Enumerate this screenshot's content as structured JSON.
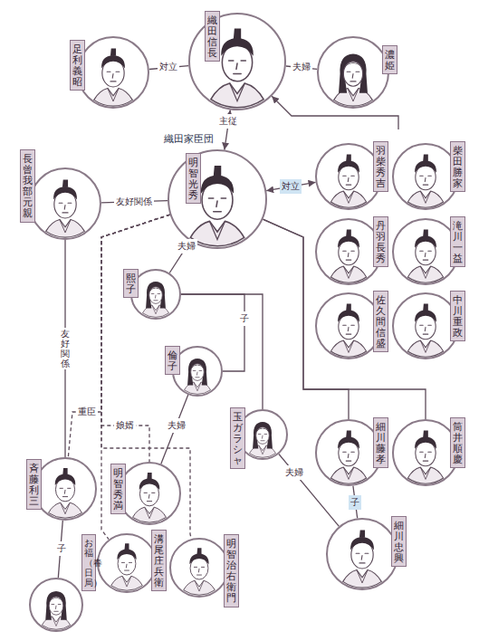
{
  "diagram": {
    "nodes": [
      {
        "text": [
          "足利義昭"
        ]
      },
      {
        "text": [
          "織田信長"
        ]
      },
      {
        "text": [
          "濃姫"
        ]
      },
      {
        "text": [
          "織田家臣団"
        ]
      },
      {
        "text": [
          "明智光秀"
        ],
        "in": 3
      },
      {
        "text": [
          "羽柴秀吉"
        ],
        "in": 3
      },
      {
        "text": [
          "柴田勝家"
        ],
        "in": 3
      },
      {
        "text": [
          "丹羽長秀"
        ],
        "in": 3
      },
      {
        "text": [
          "滝川一益"
        ],
        "in": 3
      },
      {
        "text": [
          "佐久間信盛"
        ],
        "in": 3
      },
      {
        "text": [
          "中川重政"
        ],
        "in": 3
      },
      {
        "text": [
          "細川藤孝"
        ],
        "in": 3
      },
      {
        "text": [
          "筒井順慶"
        ],
        "in": 3
      },
      {
        "text": [
          "細川忠興"
        ],
        "in": 3
      },
      {
        "text": [
          "長曾我部元親"
        ]
      },
      {
        "text": [
          "熙子"
        ]
      },
      {
        "text": [
          "倫子"
        ]
      },
      {
        "text": [
          "玉ガラシャ"
        ]
      },
      {
        "text": [
          "斉藤利三"
        ]
      },
      {
        "text": [
          "明智秀満"
        ]
      },
      {
        "text": [
          "溝尾庄兵衛"
        ]
      },
      {
        "text": [
          "明智治右衛門"
        ]
      },
      {
        "text": [
          "お福（春日局）"
        ]
      }
    ],
    "edges": [
      {
        "from": 0,
        "to": 1,
        "arrow": "none",
        "label": "対立"
      },
      {
        "from": 1,
        "to": 2,
        "arrow": "none",
        "label": "夫婦"
      },
      {
        "from": 1,
        "to": 4,
        "arrow": "both",
        "label": "主従"
      },
      {
        "from": 3,
        "to": 1,
        "arrow": "to"
      },
      {
        "from": 4,
        "to": 5,
        "arrow": "both",
        "label": "対立"
      },
      {
        "from": 14,
        "to": 4,
        "arrow": "none",
        "label": "友好関係"
      },
      {
        "from": 4,
        "to": 15,
        "arrow": "none",
        "label": "夫婦"
      },
      {
        "from": 15,
        "to": 16,
        "arrow": "none",
        "label": "子"
      },
      {
        "from": 15,
        "to": 17,
        "arrow": "none"
      },
      {
        "from": 14,
        "to": 18,
        "arrow": "none",
        "label": "友好関係"
      },
      {
        "from": 4,
        "to": 18,
        "arrow": "none",
        "label": "重臣"
      },
      {
        "from": 4,
        "to": 19,
        "arrow": "none",
        "label": "娘婿"
      },
      {
        "from": 4,
        "to": 20,
        "arrow": "none"
      },
      {
        "from": 4,
        "to": 21,
        "arrow": "none"
      },
      {
        "from": 16,
        "to": 19,
        "arrow": "none",
        "label": "夫婦"
      },
      {
        "from": 4,
        "to": 11,
        "arrow": "none"
      },
      {
        "from": 4,
        "to": 12,
        "arrow": "none"
      },
      {
        "from": 17,
        "to": 13,
        "arrow": "none",
        "label": "夫婦"
      },
      {
        "from": 11,
        "to": 13,
        "arrow": "none",
        "label": "子"
      },
      {
        "from": 18,
        "to": 22,
        "arrow": "none",
        "label": "子"
      }
    ]
  }
}
